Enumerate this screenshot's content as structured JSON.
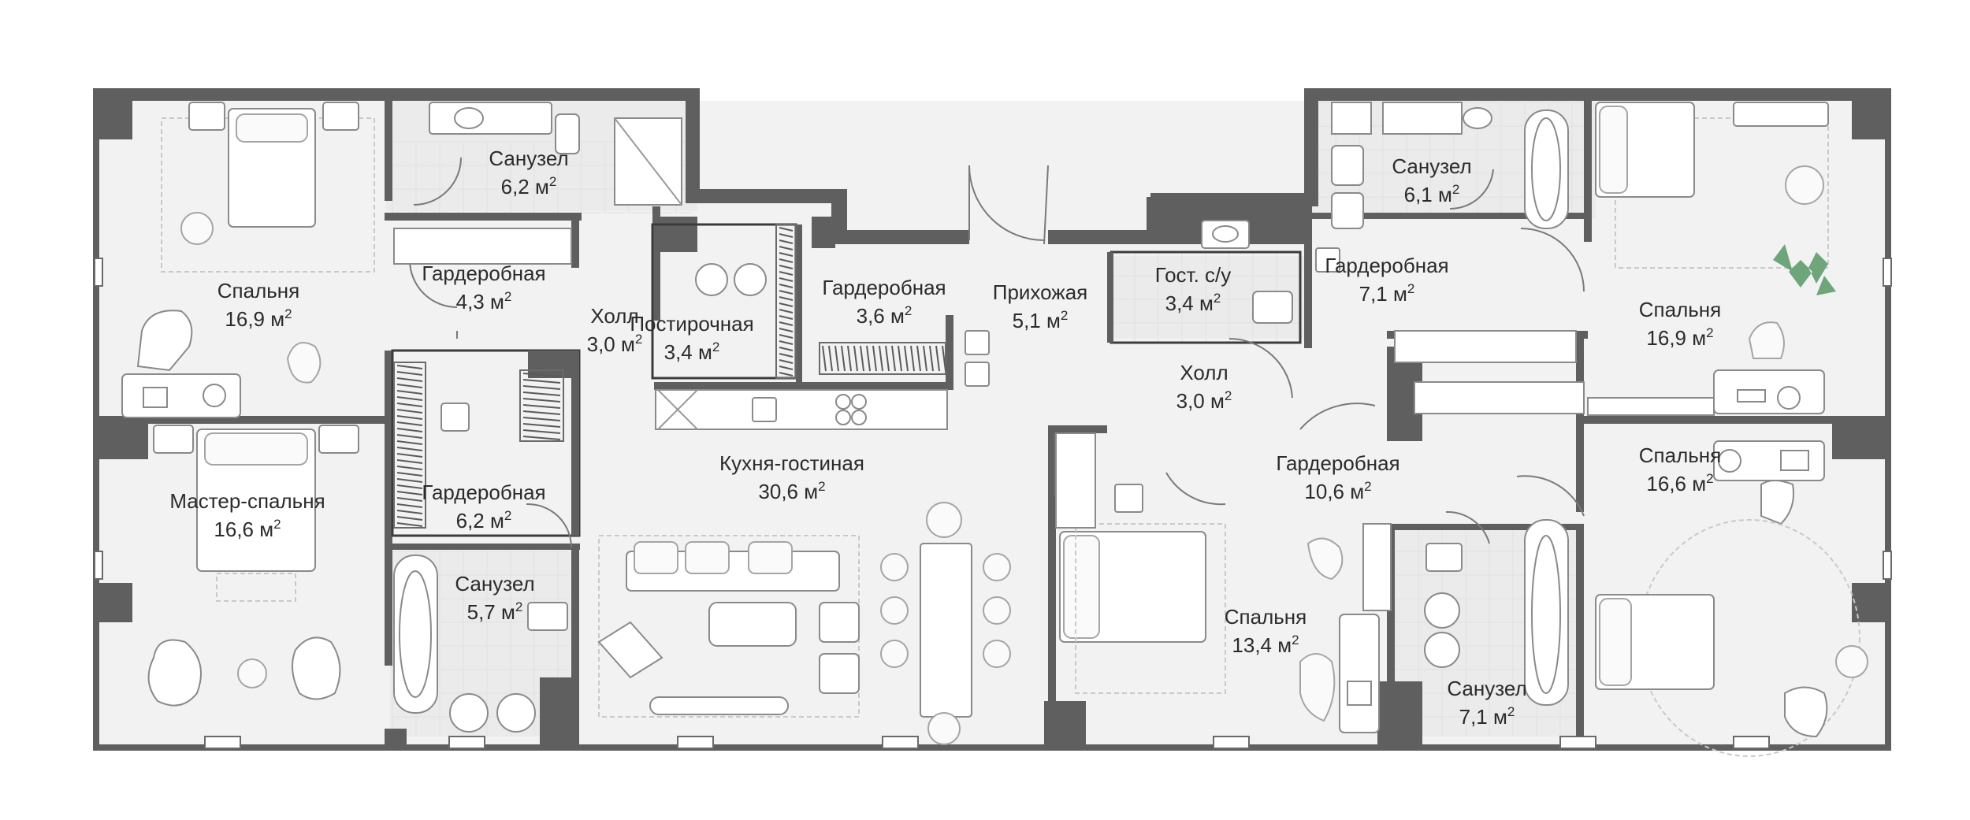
{
  "plan": {
    "area_unit": "м",
    "area_unit_power": "2",
    "rooms": [
      {
        "id": "bedroom-1",
        "name": "Спальня",
        "area": "16,9"
      },
      {
        "id": "bathroom-1",
        "name": "Санузел",
        "area": "6,2"
      },
      {
        "id": "wardrobe-1",
        "name": "Гардеробная",
        "area": "4,3"
      },
      {
        "id": "hall-1",
        "name": "Холл",
        "area": "3,0"
      },
      {
        "id": "laundry",
        "name": "Постирочная",
        "area": "3,4"
      },
      {
        "id": "wardrobe-2",
        "name": "Гардеробная",
        "area": "3,6"
      },
      {
        "id": "entrance",
        "name": "Прихожая",
        "area": "5,1"
      },
      {
        "id": "guest-wc",
        "name": "Гост. с/у",
        "area": "3,4"
      },
      {
        "id": "bathroom-2",
        "name": "Санузел",
        "area": "6,1"
      },
      {
        "id": "wardrobe-3",
        "name": "Гардеробная",
        "area": "7,1"
      },
      {
        "id": "bedroom-2",
        "name": "Спальня",
        "area": "16,9"
      },
      {
        "id": "hall-2",
        "name": "Холл",
        "area": "3,0"
      },
      {
        "id": "master-bedroom",
        "name": "Мастер-спальня",
        "area": "16,6"
      },
      {
        "id": "wardrobe-4",
        "name": "Гардеробная",
        "area": "6,2"
      },
      {
        "id": "kitchen-living",
        "name": "Кухня-гостиная",
        "area": "30,6"
      },
      {
        "id": "wardrobe-5",
        "name": "Гардеробная",
        "area": "10,6"
      },
      {
        "id": "bedroom-3",
        "name": "Спальня",
        "area": "16,6"
      },
      {
        "id": "bathroom-3",
        "name": "Санузел",
        "area": "5,7"
      },
      {
        "id": "bedroom-4",
        "name": "Спальня",
        "area": "13,4"
      },
      {
        "id": "bathroom-4",
        "name": "Санузел",
        "area": "7,1"
      }
    ]
  }
}
